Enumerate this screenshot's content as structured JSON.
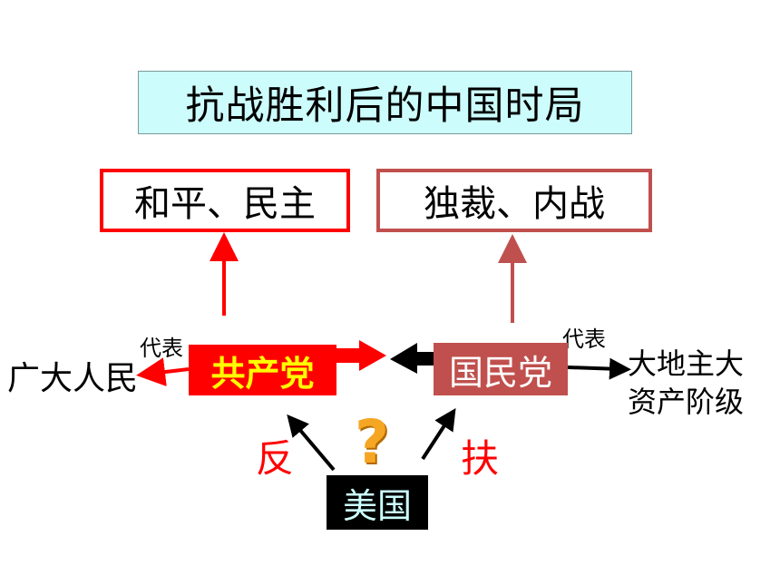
{
  "title": "抗战胜利后的中国时局",
  "goals": {
    "left": "和平、民主",
    "right": "独裁、内战"
  },
  "parties": {
    "ccp": "共产党",
    "kmt": "国民党"
  },
  "represents_left": "代表",
  "represents_right": "代表",
  "people": "广大人民",
  "landlords_line1": "大地主大",
  "landlords_line2": "资产阶级",
  "usa": "美国",
  "oppose": "反",
  "support": "扶",
  "question_mark": "?",
  "colors": {
    "ccp_box": "#ff0000",
    "ccp_text": "#ffff00",
    "kmt_box": "#c0504d",
    "title_bg": "#ccfcfc",
    "usa_bg": "#000000",
    "usa_text": "#ccffff"
  }
}
